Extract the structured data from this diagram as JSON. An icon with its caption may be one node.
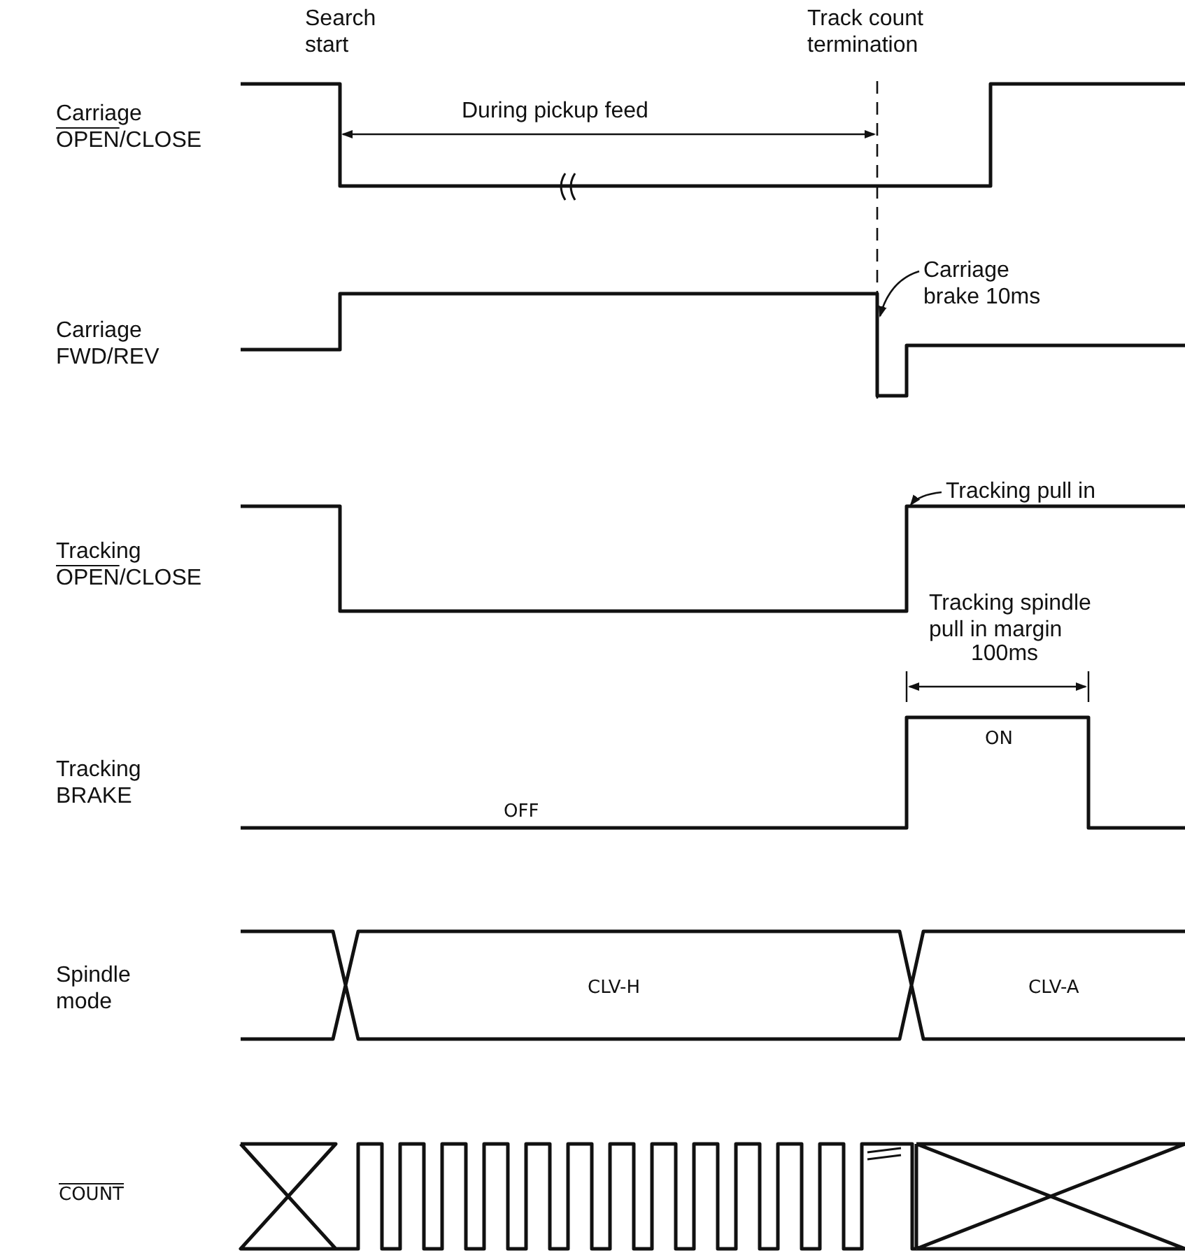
{
  "diagram": {
    "nodes": [
      {
        "text": [
          "Carriage brake 10ms"
        ]
      },
      {
        "text": [
          "Tracking pull in"
        ]
      }
    ],
    "edges": [
      {
        "from": 0,
        "to": null,
        "arrow": "to"
      },
      {
        "from": 1,
        "to": null,
        "arrow": "to"
      }
    ],
    "labels": [
      "Search start",
      "Track count termination",
      "Carriage OPEN/CLOSE",
      "During pickup feed",
      "Carriage FWD/REV",
      "Tracking OPEN/CLOSE",
      "Tracking spindle pull in margin",
      "100ms",
      "Tracking BRAKE",
      "ON",
      "OFF",
      "Spindle mode",
      "CLV-H",
      "CLV-A",
      "COUNT"
    ]
  }
}
